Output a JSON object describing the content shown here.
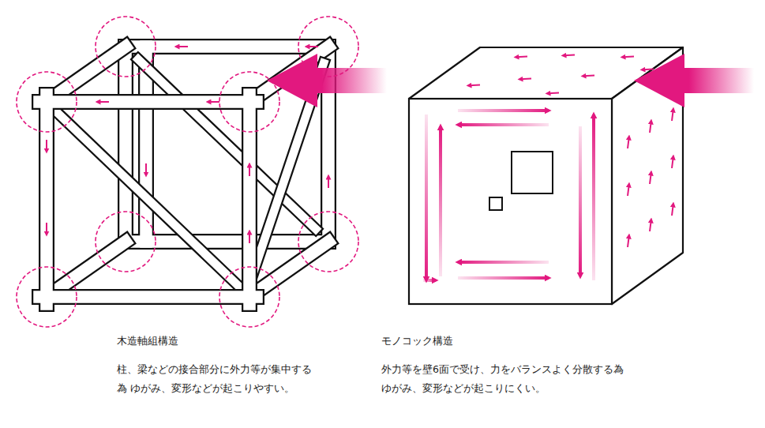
{
  "diagram": {
    "labels": [
      "木造軸組構造",
      "柱、梁などの接合部分に外力等が集中する為 ゆがみ、変形などが起こりやすい。",
      "モノコック構造",
      "外力等を壁6面で受け、力をバランスよく分散する為 ゆがみ、変形などが起こりにくい。"
    ]
  }
}
